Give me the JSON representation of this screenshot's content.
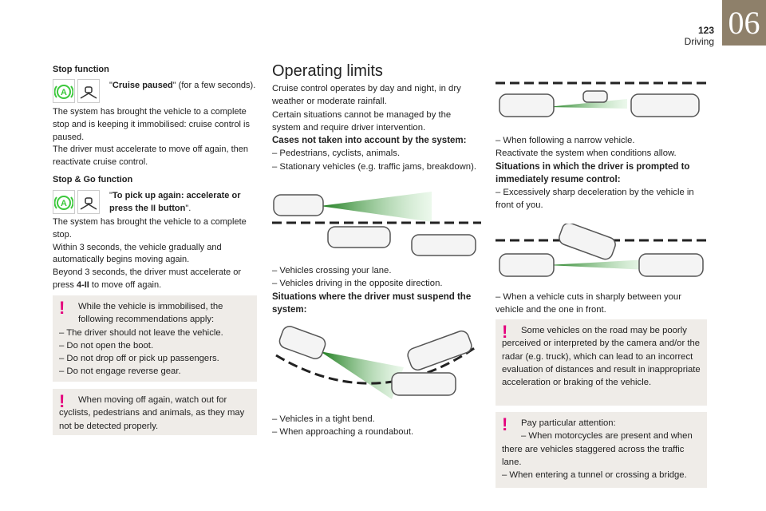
{
  "header": {
    "page_number": "123",
    "section": "Driving",
    "chapter": "06"
  },
  "left": {
    "stop_title": "Stop function",
    "stop_msg_bold": "Cruise paused",
    "stop_msg_rest": "\" (for a few seconds).",
    "stop_lines": [
      "The system has brought the vehicle to a complete stop and is keeping it immobilised: cruise control is paused.",
      "The driver must accelerate to move off again, then reactivate cruise control."
    ],
    "go_title": "Stop & Go function",
    "go_msg_bold": "To pick up again: accelerate or press the II button",
    "go_msg_rest": "\".",
    "go_lines": [
      "The system has brought the vehicle to a complete stop.",
      "Within 3 seconds, the vehicle gradually and automatically begins moving again."
    ],
    "go_last_pre": "Beyond 3 seconds, the driver must accelerate or press ",
    "go_last_bold": "4-II",
    "go_last_post": " to move off again.",
    "warn1_first": "While the vehicle is immobilised, the following recommendations apply:",
    "warn1_items": [
      "– The driver should not leave the vehicle.",
      "– Do not open the boot.",
      "– Do not drop off or pick up passengers.",
      "– Do not engage reverse gear."
    ],
    "warn2": "When moving off again, watch out for cyclists, pedestrians and animals, as they may not be detected properly."
  },
  "middle": {
    "title": "Operating limits",
    "intro": [
      "Cruise control operates by day and night, in dry weather or moderate rainfall.",
      "Certain situations cannot be managed by the system and require driver intervention."
    ],
    "not_taken_title": "Cases not taken into account by the system:",
    "not_taken": [
      "– Pedestrians, cyclists, animals.",
      "– Stationary vehicles (e.g. traffic jams, breakdown)."
    ],
    "after_img1": [
      "– Vehicles crossing your lane.",
      "– Vehicles driving in the opposite direction."
    ],
    "suspend_title": "Situations where the driver must suspend the system:",
    "after_img2": [
      "– Vehicles in a tight bend.",
      "– When approaching a roundabout."
    ]
  },
  "right": {
    "after_img1": [
      "– When following a narrow vehicle.",
      "Reactivate the system when conditions allow."
    ],
    "resume_title": "Situations in which the driver is prompted to immediately resume control:",
    "resume_items": [
      "– Excessively sharp deceleration by the vehicle in front of you."
    ],
    "after_img2": "– When a vehicle cuts in sharply between your vehicle and the one in front.",
    "warn1": "Some vehicles on the road may be poorly perceived or interpreted by the camera and/or the radar (e.g. truck), which can lead to an incorrect evaluation of distances and result in inappropriate acceleration or braking of the vehicle.",
    "warn2_first": "Pay particular attention:",
    "warn2_items": [
      "– When motorcycles are present and when there are vehicles staggered across the traffic lane.",
      "– When entering a tunnel or crossing a bridge."
    ]
  },
  "colors": {
    "tab": "#8e806a",
    "warning": "#e4007c",
    "green": "#3cc83c",
    "box": "#efece8"
  }
}
